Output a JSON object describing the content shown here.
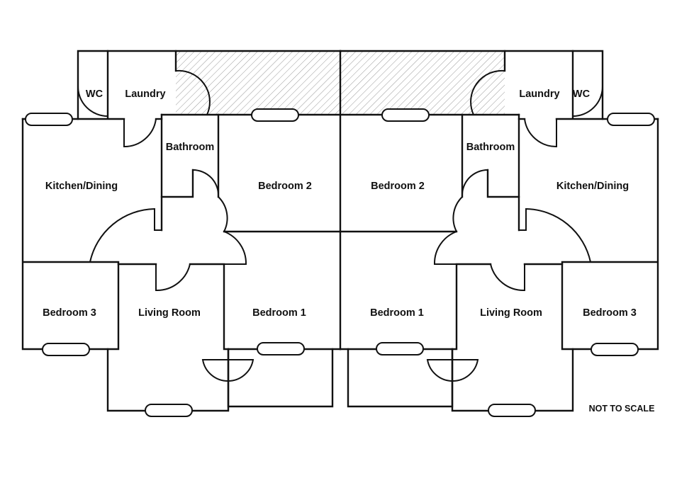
{
  "plan": {
    "note": "NOT TO SCALE",
    "left_unit": {
      "wc": "WC",
      "laundry": "Laundry",
      "bathroom": "Bathroom",
      "kitchen_dining": "Kitchen/Dining",
      "bedroom2": "Bedroom 2",
      "bedroom3": "Bedroom 3",
      "living_room": "Living Room",
      "bedroom1": "Bedroom 1"
    },
    "right_unit": {
      "wc": "WC",
      "laundry": "Laundry",
      "bathroom": "Bathroom",
      "kitchen_dining": "Kitchen/Dining",
      "bedroom2": "Bedroom 2",
      "bedroom3": "Bedroom 3",
      "living_room": "Living Room",
      "bedroom1": "Bedroom 1"
    }
  }
}
